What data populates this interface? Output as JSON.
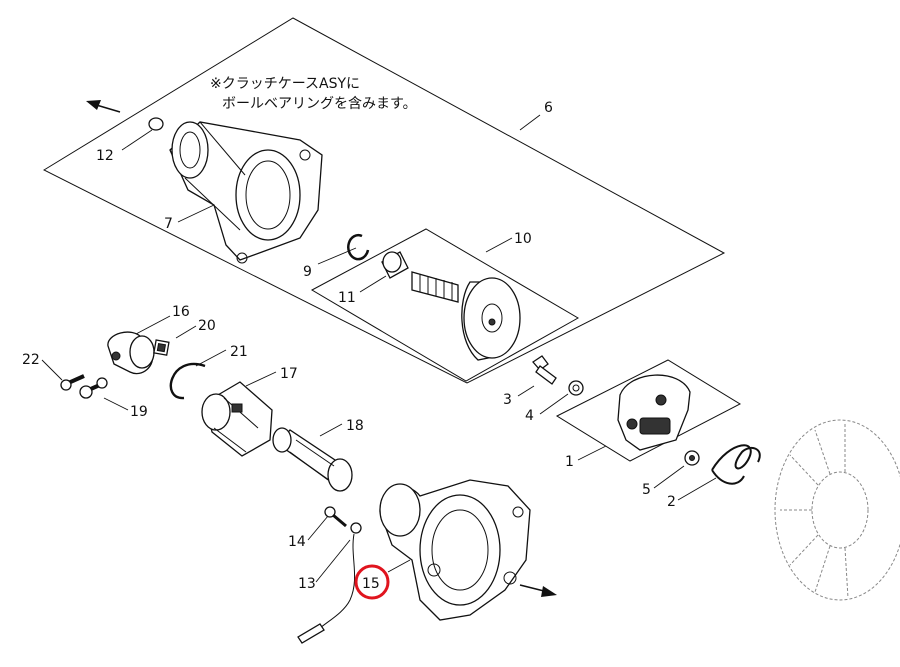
{
  "note": {
    "line1": "※クラッチケースASYに",
    "line2": "ボールベアリングを含みます。"
  },
  "parts": {
    "p1": "1",
    "p2": "2",
    "p3": "3",
    "p4": "4",
    "p5": "5",
    "p6": "6",
    "p7": "7",
    "p9": "9",
    "p10": "10",
    "p11": "11",
    "p12": "12",
    "p13": "13",
    "p14": "14",
    "p15": "15",
    "p16": "16",
    "p17": "17",
    "p18": "18",
    "p19": "19",
    "p20": "20",
    "p21": "21",
    "p22": "22"
  },
  "highlight": {
    "part": "15",
    "color": "#e0141e"
  }
}
